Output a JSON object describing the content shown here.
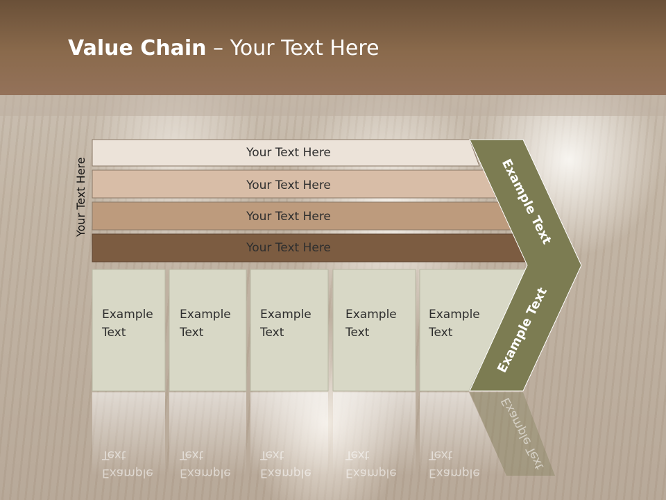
{
  "slide": {
    "title_bold": "Value Chain",
    "title_rest": " – Your Text Here",
    "side_label": "Your Text Here",
    "bars": [
      {
        "label": "Your Text Here",
        "color": "#ece3d9"
      },
      {
        "label": "Your Text Here",
        "color": "#d8bda7"
      },
      {
        "label": "Your Text Here",
        "color": "#bd9b7d"
      },
      {
        "label": "Your Text Here",
        "color": "#7c5c41"
      }
    ],
    "cells": [
      {
        "line1": "Example",
        "line2": "Text"
      },
      {
        "line1": "Example",
        "line2": "Text"
      },
      {
        "line1": "Example",
        "line2": "Text"
      },
      {
        "line1": "Example",
        "line2": "Text"
      },
      {
        "line1": "Example",
        "line2": "Text"
      }
    ],
    "arrow_upper_label": "Example Text",
    "arrow_lower_label": "Example Text",
    "colors": {
      "header": "#8a6a4c",
      "arrow": "#7c7c52",
      "cell": "#d8d8c6"
    }
  }
}
